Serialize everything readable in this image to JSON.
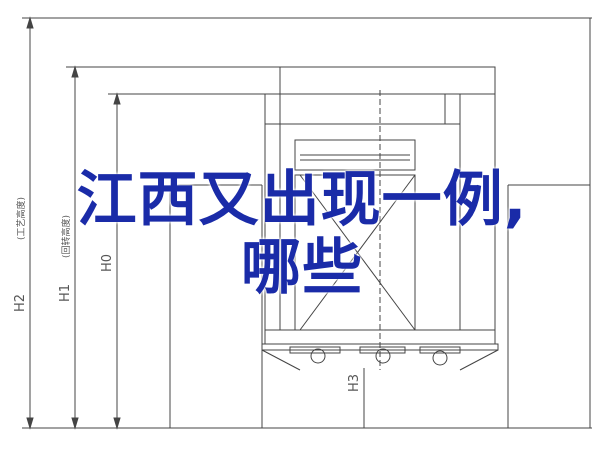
{
  "dimensions": {
    "h2": "H2",
    "h1": "H1",
    "h0": "H0",
    "h3": "H3",
    "h2_note": "(工艺高度)",
    "h1_note": "(回转高度)"
  },
  "overlay": {
    "line1": "江西又出现一例,",
    "line2": "哪些"
  },
  "colors": {
    "lines": "#444444",
    "overlay_text": "#1a2ba8"
  }
}
